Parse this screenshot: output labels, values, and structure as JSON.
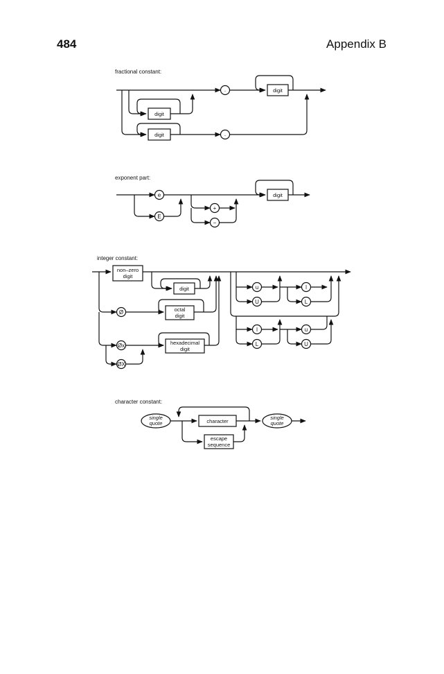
{
  "header": {
    "page_number": "484",
    "title": "Appendix B"
  },
  "diagrams": {
    "fractional": {
      "title": "fractional constant:",
      "digit": "digit",
      "dot": "."
    },
    "exponent": {
      "title": "exponent part:",
      "e_lower": "e",
      "e_upper": "E",
      "plus": "+",
      "minus": "−",
      "digit": "digit"
    },
    "integer": {
      "title": "integer constant:",
      "nonzero_line1": "non–zero",
      "nonzero_line2": "digit",
      "digit": "digit",
      "zero": "Ø",
      "octal_line1": "octal",
      "octal_line2": "digit",
      "zero_x": "Øx",
      "zero_X": "ØX",
      "hex_line1": "hexadecimal",
      "hex_line2": "digit",
      "u_lower": "u",
      "u_upper": "U",
      "l_lower": "l",
      "l_upper": "L"
    },
    "character": {
      "title": "character constant:",
      "quote_line1": "single",
      "quote_line2": "quote",
      "character": "character",
      "escape_line1": "escape",
      "escape_line2": "sequence"
    }
  }
}
